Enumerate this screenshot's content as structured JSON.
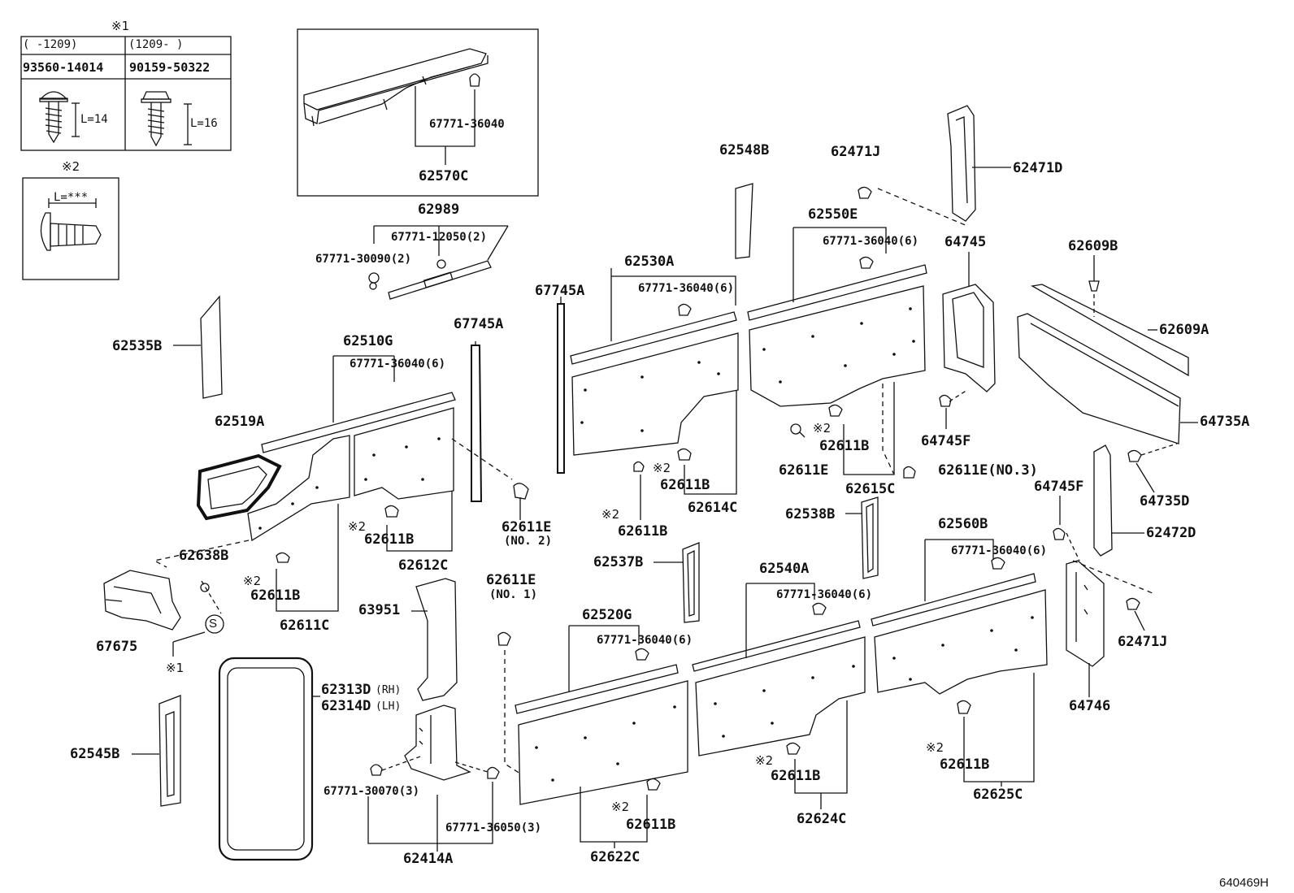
{
  "diagram_ref": "640469H",
  "legend": {
    "note1_marker": "※1",
    "note2_marker": "※2",
    "table": {
      "col1_range": "(     -1209)",
      "col2_range": "(1209-     )",
      "col1_part": "93560-14014",
      "col2_part": "90159-50322",
      "col1_length": "L=14",
      "col2_length": "L=16"
    },
    "note2_length": "L=***"
  },
  "inset_parts": {
    "clip": "67771-36040",
    "assembly": "62570C"
  },
  "parts": [
    {
      "id": "p62989",
      "text": "62989"
    },
    {
      "id": "p6777112050",
      "text": "67771-12050(2)"
    },
    {
      "id": "p6777130090",
      "text": "67771-30090(2)"
    },
    {
      "id": "p62535B",
      "text": "62535B"
    },
    {
      "id": "p62510G",
      "text": "62510G"
    },
    {
      "id": "p6777136040a",
      "text": "67771-36040(6)"
    },
    {
      "id": "p67745A1",
      "text": "67745A"
    },
    {
      "id": "p62519A",
      "text": "62519A"
    },
    {
      "id": "p62611B1",
      "text": "62611B"
    },
    {
      "id": "p62612C",
      "text": "62612C"
    },
    {
      "id": "p62638B",
      "text": "62638B"
    },
    {
      "id": "p62611B2",
      "text": "62611B"
    },
    {
      "id": "p62611C",
      "text": "62611C"
    },
    {
      "id": "p67675",
      "text": "67675"
    },
    {
      "id": "p62611E2",
      "text": "62611E"
    },
    {
      "id": "p62611E2n",
      "text": "(NO. 2)"
    },
    {
      "id": "p63951",
      "text": "63951"
    },
    {
      "id": "p62611E1",
      "text": "62611E"
    },
    {
      "id": "p62611E1n",
      "text": "(NO. 1)"
    },
    {
      "id": "p62313D",
      "text": "62313D"
    },
    {
      "id": "p62313Dside",
      "text": "(RH)"
    },
    {
      "id": "p62314D",
      "text": "62314D"
    },
    {
      "id": "p62314Dside",
      "text": "(LH)"
    },
    {
      "id": "p62545B",
      "text": "62545B"
    },
    {
      "id": "p6777130070",
      "text": "67771-30070(3)"
    },
    {
      "id": "p6777136050",
      "text": "67771-36050(3)"
    },
    {
      "id": "p62414A",
      "text": "62414A"
    },
    {
      "id": "p67745A2",
      "text": "67745A"
    },
    {
      "id": "p62530A",
      "text": "62530A"
    },
    {
      "id": "p6777136040b",
      "text": "67771-36040(6)"
    },
    {
      "id": "p62611B3",
      "text": "62611B"
    },
    {
      "id": "p62614C",
      "text": "62614C"
    },
    {
      "id": "p62611B4",
      "text": "62611B"
    },
    {
      "id": "p62548B",
      "text": "62548B"
    },
    {
      "id": "p62550E",
      "text": "62550E"
    },
    {
      "id": "p6777136040c",
      "text": "67771-36040(6)"
    },
    {
      "id": "p62471J1",
      "text": "62471J"
    },
    {
      "id": "p62471D",
      "text": "62471D"
    },
    {
      "id": "p64745",
      "text": "64745"
    },
    {
      "id": "p62609B",
      "text": "62609B"
    },
    {
      "id": "p62609A",
      "text": "62609A"
    },
    {
      "id": "p64735A",
      "text": "64735A"
    },
    {
      "id": "p64745F1",
      "text": "64745F"
    },
    {
      "id": "p62611B5",
      "text": "62611B"
    },
    {
      "id": "p62611E3",
      "text": "62611E"
    },
    {
      "id": "p62611Eno3",
      "text": "62611E(NO.3)"
    },
    {
      "id": "p62615C",
      "text": "62615C"
    },
    {
      "id": "p64735D",
      "text": "64735D"
    },
    {
      "id": "p64745F2",
      "text": "64745F"
    },
    {
      "id": "p62472D",
      "text": "62472D"
    },
    {
      "id": "p62538B",
      "text": "62538B"
    },
    {
      "id": "p62537B",
      "text": "62537B"
    },
    {
      "id": "p62540A",
      "text": "62540A"
    },
    {
      "id": "p6777136040d",
      "text": "67771-36040(6)"
    },
    {
      "id": "p62560B",
      "text": "62560B"
    },
    {
      "id": "p6777136040e",
      "text": "67771-36040(6)"
    },
    {
      "id": "p62520G",
      "text": "62520G"
    },
    {
      "id": "p6777136040f",
      "text": "67771-36040(6)"
    },
    {
      "id": "p62471J2",
      "text": "62471J"
    },
    {
      "id": "p64746",
      "text": "64746"
    },
    {
      "id": "p62611B6",
      "text": "62611B"
    },
    {
      "id": "p62624C",
      "text": "62624C"
    },
    {
      "id": "p62611B7",
      "text": "62611B"
    },
    {
      "id": "p62625C",
      "text": "62625C"
    },
    {
      "id": "p62611B8",
      "text": "62611B"
    },
    {
      "id": "p62622C",
      "text": "62622C"
    }
  ],
  "markers": {
    "m1": "※2",
    "m2": "※2",
    "m3": "※2",
    "m4": "※2",
    "m5": "※2",
    "m6": "※2",
    "m7": "※2",
    "m8": "※2",
    "m9": "※1"
  },
  "symbol_s": "S"
}
